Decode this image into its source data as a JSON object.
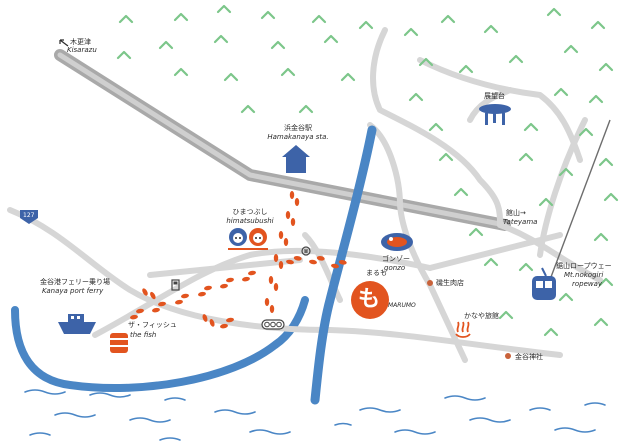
{
  "labels": {
    "kisarazu_jp": "木更津",
    "kisarazu_en": "Kisarazu",
    "station_jp": "浜金谷駅",
    "station_en": "Hamakanaya sta.",
    "observatory_jp": "展望台",
    "tateyama_jp": "館山→",
    "tateyama_en": "Tateyama",
    "himatsubushi_jp": "ひまつぶし",
    "himatsubushi_en": "himatsubushi",
    "ferry_jp": "金谷港フェリー乗り場",
    "ferry_en": "Kanaya port ferry",
    "thefish_jp": "ザ・フィッシュ",
    "thefish_en": "the fish",
    "gonzo_jp": "ゴンゾー",
    "gonzo_en": "gonzo",
    "maruumo_jp": "まるも",
    "maruumo_en": "MARUMO",
    "fishshop": "磯生肉店",
    "onsen": "かなや旅館",
    "ropeway_jp": "鋸山ロープウェー",
    "ropeway_en_1": "Mt.nokogiri",
    "ropeway_en_2": "ropeway",
    "shrine": "金谷神社",
    "route_number": "127",
    "maruumo_glyph": "も"
  },
  "colors": {
    "sea": "#4a86c5",
    "river": "#4a86c5",
    "road": "#d4d4d4",
    "railway": "#a9a9a9",
    "trees": "#7cc68a",
    "footprints": "#e2541f",
    "icons": "#3d63a8",
    "dots": "#c9623a"
  },
  "icons": [
    "station-icon",
    "observatory-icon",
    "ferry-icon",
    "ropeway-icon",
    "onsen-icon",
    "gonzo-icon",
    "himatsubushi-icon",
    "thefish-icon",
    "maruumo-icon",
    "route-127-icon",
    "gas-station-icon",
    "post-office-icon",
    "traffic-light-icon"
  ]
}
